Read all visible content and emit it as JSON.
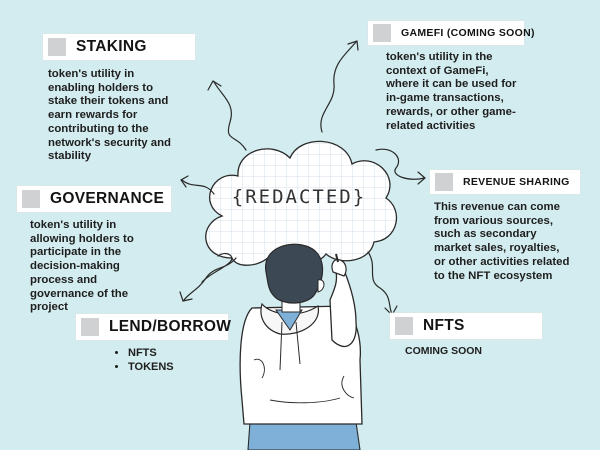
{
  "center": {
    "word": "{REDACTED}"
  },
  "sections": {
    "staking": {
      "title": "STAKING",
      "text": "token's utility in enabling holders to stake their tokens and earn rewards for contributing to the network's security and stability"
    },
    "gamefi": {
      "title": "GAMEFI (COMING SOON)",
      "text": "token's utility in the context of GameFi, where it can be used for in-game transactions, rewards, or other game-related activities"
    },
    "governance": {
      "title": "GOVERNANCE",
      "text": "token's utility in allowing holders to participate in the decision-making process and governance of the project"
    },
    "revenue": {
      "title": "REVENUE SHARING",
      "text": "This revenue can come from various sources, such as secondary market sales, royalties, or other activities related to the NFT ecosystem"
    },
    "lend": {
      "title": "LEND/BORROW",
      "items": [
        "NFTS",
        "TOKENS"
      ]
    },
    "nfts": {
      "title": "NFTS",
      "text": "COMING SOON"
    }
  },
  "colors": {
    "background": "#d3ecef",
    "label_box": "#ffffff",
    "label_square": "#cfd1d3",
    "text": "#1e1e1e",
    "shirt_blue": "#7fb1d8",
    "hair": "#3d4855"
  }
}
